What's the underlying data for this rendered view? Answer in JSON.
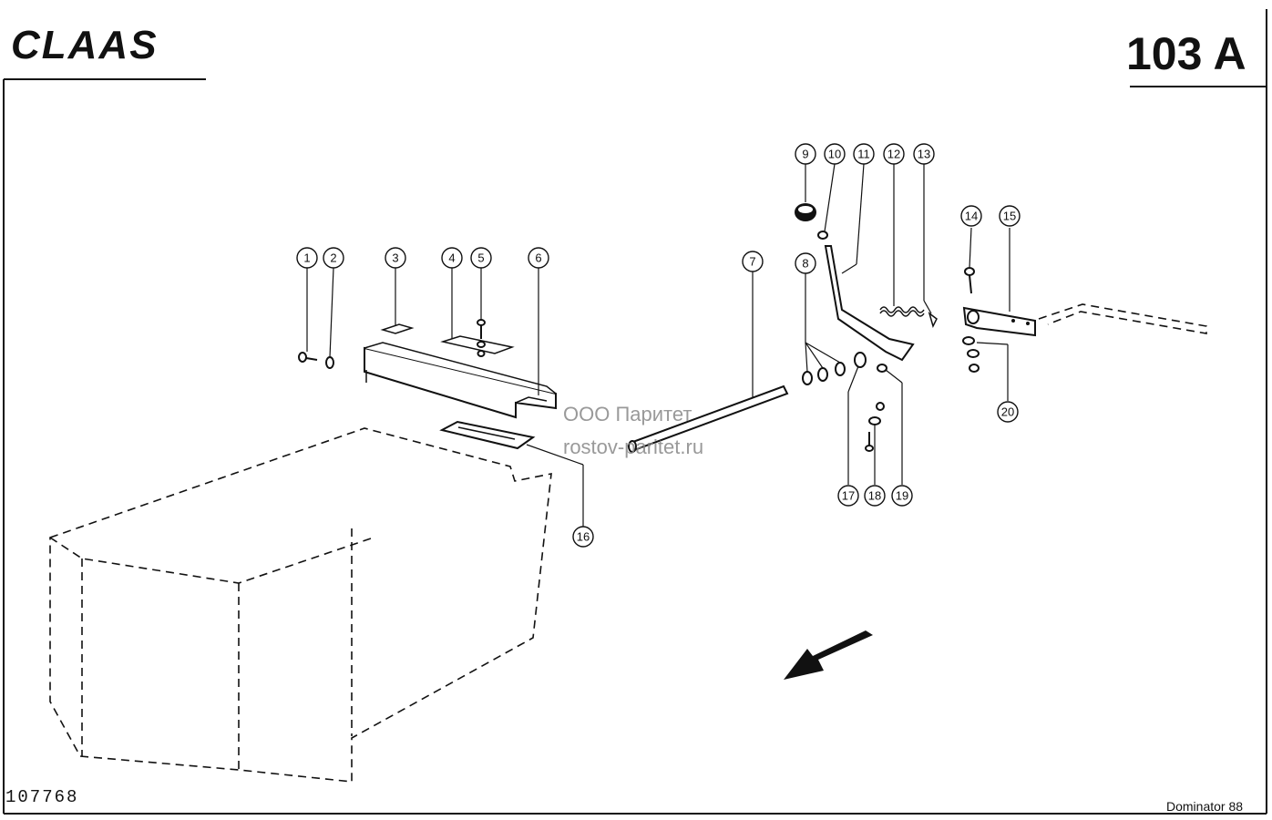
{
  "header": {
    "brand": "CLAAS",
    "page_code": "103 A"
  },
  "footer": {
    "drawing_number": "107768",
    "model": "Dominator 88"
  },
  "watermark": {
    "line1": "ООО Паритет",
    "line2": "rostov-paritet.ru"
  },
  "callouts": [
    "1",
    "2",
    "3",
    "4",
    "5",
    "6",
    "7",
    "8",
    "9",
    "10",
    "11",
    "12",
    "13",
    "14",
    "15",
    "16",
    "17",
    "18",
    "19",
    "20"
  ]
}
